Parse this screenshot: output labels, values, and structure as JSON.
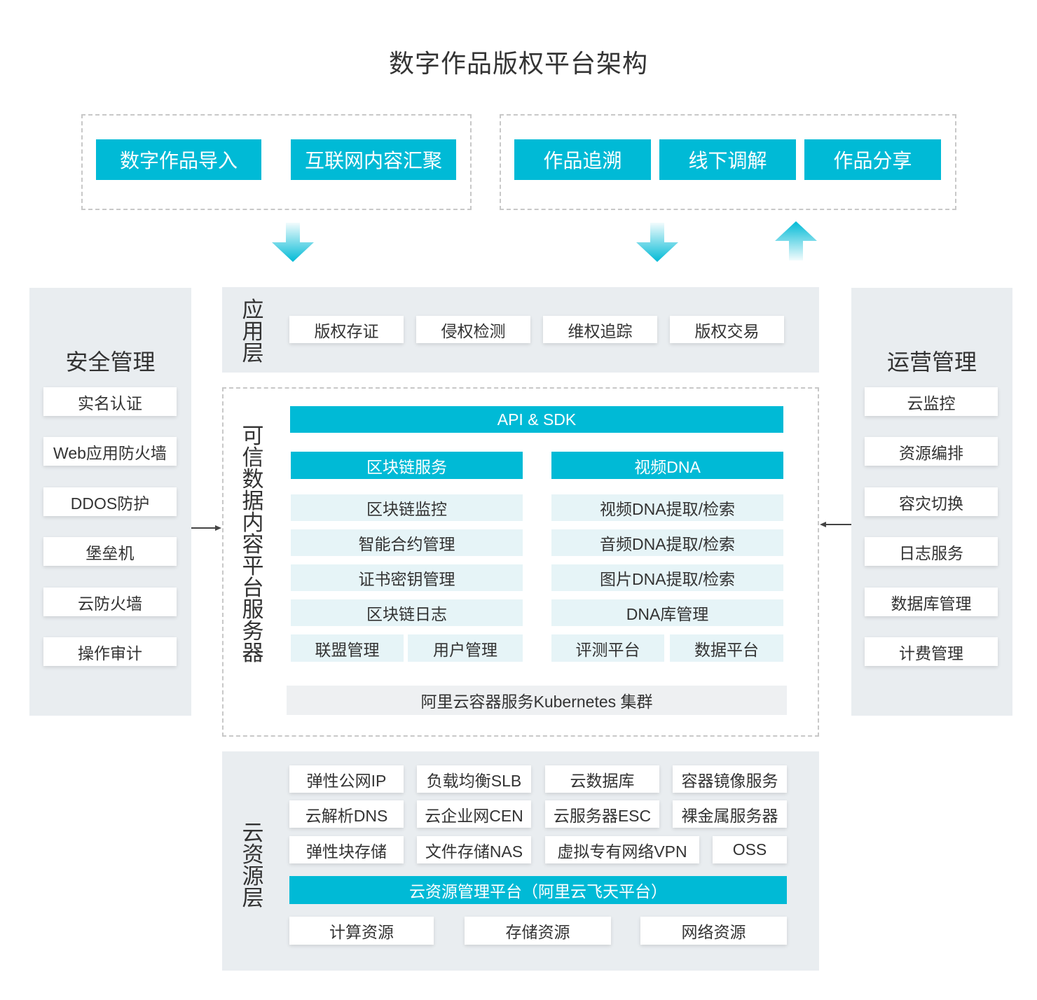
{
  "title": "数字作品版权平台架构",
  "top_left": [
    "数字作品导入",
    "互联网内容汇聚"
  ],
  "top_right": [
    "作品追溯",
    "线下调解",
    "作品分享"
  ],
  "app_layer": {
    "label": [
      "应",
      "用",
      "层"
    ],
    "items": [
      "版权存证",
      "侵权检测",
      "维权追踪",
      "版权交易"
    ]
  },
  "trusted": {
    "label": [
      "可",
      "信",
      "数",
      "据",
      "内",
      "容",
      "平",
      "台",
      "服",
      "务",
      "器"
    ],
    "api": "API & SDK",
    "blockchain": {
      "header": "区块链服务",
      "items": [
        "区块链监控",
        "智能合约管理",
        "证书密钥管理",
        "区块链日志"
      ],
      "split": [
        "联盟管理",
        "用户管理"
      ]
    },
    "dna": {
      "header": "视频DNA",
      "items": [
        "视频DNA提取/检索",
        "音频DNA提取/检索",
        "图片DNA提取/检索",
        "DNA库管理"
      ],
      "split": [
        "评测平台",
        "数据平台"
      ]
    },
    "k8s": "阿里云容器服务Kubernetes 集群"
  },
  "security": {
    "title": "安全管理",
    "items": [
      "实名认证",
      "Web应用防火墙",
      "DDOS防护",
      "堡垒机",
      "云防火墙",
      "操作审计"
    ]
  },
  "operations": {
    "title": "运营管理",
    "items": [
      "云监控",
      "资源编排",
      "容灾切换",
      "日志服务",
      "数据库管理",
      "计费管理"
    ]
  },
  "cloud": {
    "label": [
      "云",
      "资",
      "源",
      "层"
    ],
    "rows": [
      [
        "弹性公网IP",
        "负载均衡SLB",
        "云数据库",
        "容器镜像服务"
      ],
      [
        "云解析DNS",
        "云企业网CEN",
        "云服务器ESC",
        "裸金属服务器"
      ],
      [
        "弹性块存储",
        "文件存储NAS",
        "虚拟专有网络VPN",
        "OSS"
      ]
    ],
    "platform": "云资源管理平台（阿里云飞天平台）",
    "resources": [
      "计算资源",
      "存储资源",
      "网络资源"
    ]
  },
  "colors": {
    "accent": "#00bad6",
    "panel": "#e9edf0",
    "light_cell": "#e6f4f7"
  }
}
